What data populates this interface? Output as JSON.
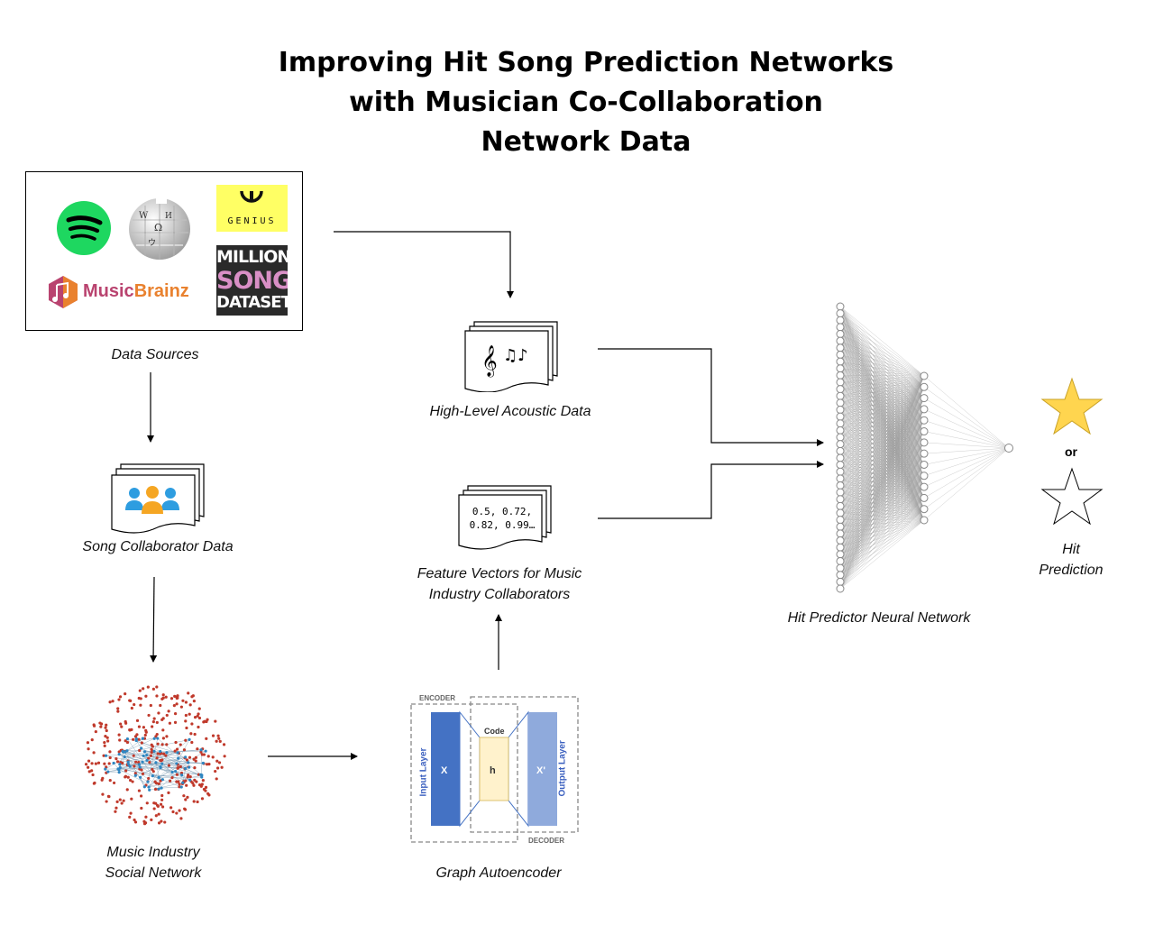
{
  "title": {
    "line1": "Improving Hit Song Prediction Networks",
    "line2": "with Musician Co-Collaboration",
    "line3": "Network Data"
  },
  "data_sources": {
    "caption": "Data Sources",
    "logos": [
      "spotify-logo",
      "wikipedia-logo",
      "genius-logo",
      "musicbrainz-logo",
      "million-song-dataset-logo"
    ],
    "musicbrainz_text_a": "Music",
    "musicbrainz_text_b": "Brainz",
    "genius_text": "GENIUS",
    "msd_line1": "MILLION",
    "msd_line2": "SONG",
    "msd_line3": "DATASET"
  },
  "nodes": {
    "acoustic": "High-Level Acoustic Data",
    "collaborator": "Song Collaborator Data",
    "feature_line1": "Feature Vectors for Music",
    "feature_line2": "Industry Collaborators",
    "feature_values_line1": "0.5, 0.72,",
    "feature_values_line2": "0.82, 0.99…",
    "social_line1": "Music Industry",
    "social_line2": "Social Network",
    "autoencoder": "Graph Autoencoder",
    "neural_network": "Hit Predictor Neural Network",
    "hit_line1": "Hit",
    "hit_line2": "Prediction",
    "or": "or"
  },
  "autoencoder": {
    "encoder": "ENCODER",
    "decoder": "DECODER",
    "code": "Code",
    "input_layer": "Input Layer",
    "output_layer": "Output Layer",
    "x": "X",
    "h": "h",
    "x_prime": "X'"
  },
  "colors": {
    "spotify": "#1ed760",
    "genius": "#ffff64",
    "encoder_bar": "#4472c4",
    "code_bar": "#fff2cc",
    "decoder_bar": "#8faadc",
    "star_filled": "#ffd54f",
    "network_node_red": "#c0392b",
    "network_node_blue": "#2e86c1"
  },
  "neural_network": {
    "input_nodes": 42,
    "hidden_nodes": 14,
    "output_nodes": 1
  }
}
